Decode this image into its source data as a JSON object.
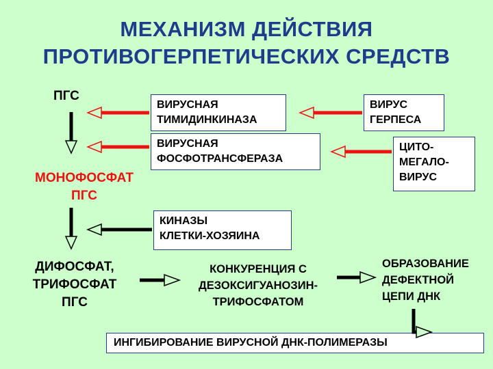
{
  "title": {
    "line1": "МЕХАНИЗМ ДЕЙСТВИЯ",
    "line2": "ПРОТИВОГЕРПЕТИЧЕСКИХ СРЕДСТВ"
  },
  "nodes": {
    "pgs": "ПГС",
    "monophosphate_line1": "МОНОФОСФАТ",
    "monophosphate_line2": "ПГС",
    "diphosphate_line1": "ДИФОСФАТ,",
    "diphosphate_line2": "ТРИФОСФАТ",
    "diphosphate_line3": "ПГС",
    "viral_tk_line1": "ВИРУСНАЯ",
    "viral_tk_line2": "ТИМИДИНКИНАЗА",
    "viral_pt_line1": "ВИРУСНАЯ",
    "viral_pt_line2": "ФОСФОТРАНСФЕРАЗА",
    "herpes_line1": "ВИРУС",
    "herpes_line2": "ГЕРПЕСА",
    "cmv_line1": "ЦИТО-",
    "cmv_line2": "МЕГАЛО-",
    "cmv_line3": "ВИРУС",
    "host_kinases_line1": "КИНАЗЫ",
    "host_kinases_line2": "КЛЕТКИ-ХОЗЯИНА",
    "competition_line1": "КОНКУРЕНЦИЯ С",
    "competition_line2": "ДЕЗОКСИГУАНОЗИН-",
    "competition_line3": "ТРИФОСФАТОМ",
    "defective_line1": "ОБРАЗОВАНИЕ",
    "defective_line2": "ДЕФЕКТНОЙ",
    "defective_line3": "ЦЕПИ ДНК",
    "inhibition": "ИНГИБИРОВАНИЕ ВИРУСНОЙ ДНК-ПОЛИМЕРАЗЫ"
  },
  "colors": {
    "background": "#ccffcc",
    "title": "#1f3b8c",
    "red_text": "#ee1111",
    "red_arrow": "#ee1111",
    "black_arrow": "#000000",
    "box_border": "#1f3b8c"
  }
}
